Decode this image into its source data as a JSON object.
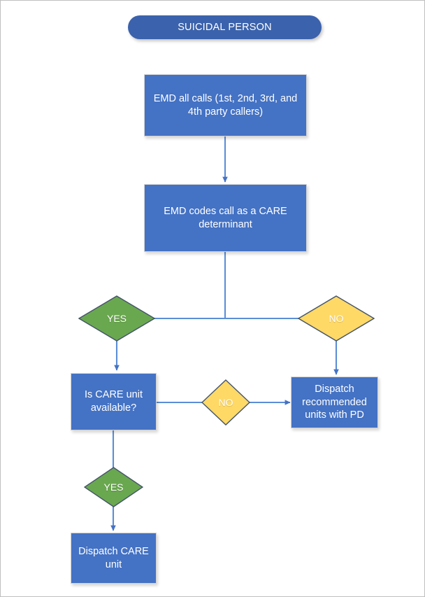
{
  "diagram": {
    "title": "SUICIDAL PERSON",
    "type": "flowchart",
    "colors": {
      "title_fill": "#3b62ac",
      "process_fill": "#4472c4",
      "yes_fill": "#6aa84f",
      "no_fill": "#ffd966",
      "connector": "#5b8ed6",
      "diamond_stroke": "#44546a",
      "canvas_border": "#bfbfbf",
      "text": "#ffffff"
    },
    "nodes": [
      {
        "id": "title",
        "shape": "pill",
        "label": "SUICIDAL PERSON"
      },
      {
        "id": "emd_all_calls",
        "shape": "rectangle",
        "label": "EMD all calls (1st, 2nd, 3rd, and 4th party callers)"
      },
      {
        "id": "emd_codes_call",
        "shape": "rectangle",
        "label": "EMD codes call as a CARE determinant"
      },
      {
        "id": "decision_yes_top",
        "shape": "diamond",
        "label": "YES"
      },
      {
        "id": "decision_no_top",
        "shape": "diamond",
        "label": "NO"
      },
      {
        "id": "care_unit_available",
        "shape": "rectangle",
        "label": "Is CARE unit available?"
      },
      {
        "id": "decision_no_mid",
        "shape": "diamond",
        "label": "NO"
      },
      {
        "id": "dispatch_recommended",
        "shape": "rectangle",
        "label": "Dispatch recommended units with PD"
      },
      {
        "id": "decision_yes_bottom",
        "shape": "diamond",
        "label": "YES"
      },
      {
        "id": "dispatch_care_unit",
        "shape": "rectangle",
        "label": "Dispatch CARE unit"
      }
    ],
    "edges": [
      {
        "from": "emd_all_calls",
        "to": "emd_codes_call"
      },
      {
        "from": "emd_codes_call",
        "to": "decision_yes_top"
      },
      {
        "from": "emd_codes_call",
        "to": "decision_no_top"
      },
      {
        "from": "decision_yes_top",
        "to": "care_unit_available"
      },
      {
        "from": "decision_no_top",
        "to": "dispatch_recommended"
      },
      {
        "from": "care_unit_available",
        "to": "decision_no_mid"
      },
      {
        "from": "decision_no_mid",
        "to": "dispatch_recommended"
      },
      {
        "from": "care_unit_available",
        "to": "decision_yes_bottom"
      },
      {
        "from": "decision_yes_bottom",
        "to": "dispatch_care_unit"
      }
    ]
  }
}
